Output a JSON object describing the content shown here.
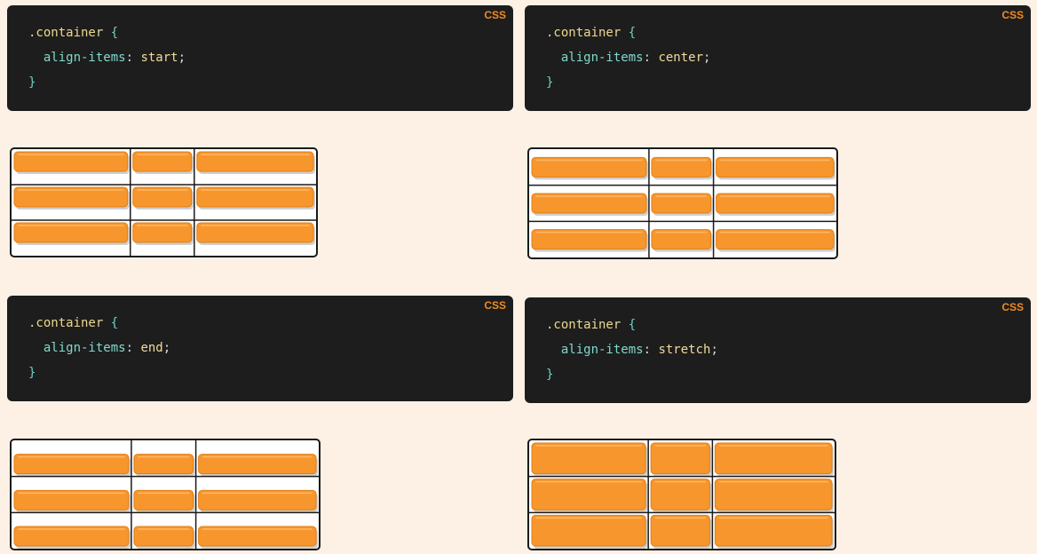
{
  "colors": {
    "page_bg": "#fdf1e6",
    "code_bg": "#1d1d1d",
    "badge": "#f08a24",
    "item_fill": "#f7962c",
    "item_stroke": "#e07f1a",
    "item_shadow": "#cfcfcf",
    "grid_line": "#1a1a1a"
  },
  "examples": [
    {
      "badge": "CSS",
      "selector": ".container",
      "open_brace": "{",
      "property": "align-items",
      "colon": ":",
      "value": "start",
      "semicolon": ";",
      "close_brace": "}",
      "align": "start"
    },
    {
      "badge": "CSS",
      "selector": ".container",
      "open_brace": "{",
      "property": "align-items",
      "colon": ":",
      "value": "center",
      "semicolon": ";",
      "close_brace": "}",
      "align": "center"
    },
    {
      "badge": "CSS",
      "selector": ".container",
      "open_brace": "{",
      "property": "align-items",
      "colon": ":",
      "value": "end",
      "semicolon": ";",
      "close_brace": "}",
      "align": "end"
    },
    {
      "badge": "CSS",
      "selector": ".container",
      "open_brace": "{",
      "property": "align-items",
      "colon": ":",
      "value": "stretch",
      "semicolon": ";",
      "close_brace": "}",
      "align": "stretch"
    }
  ]
}
